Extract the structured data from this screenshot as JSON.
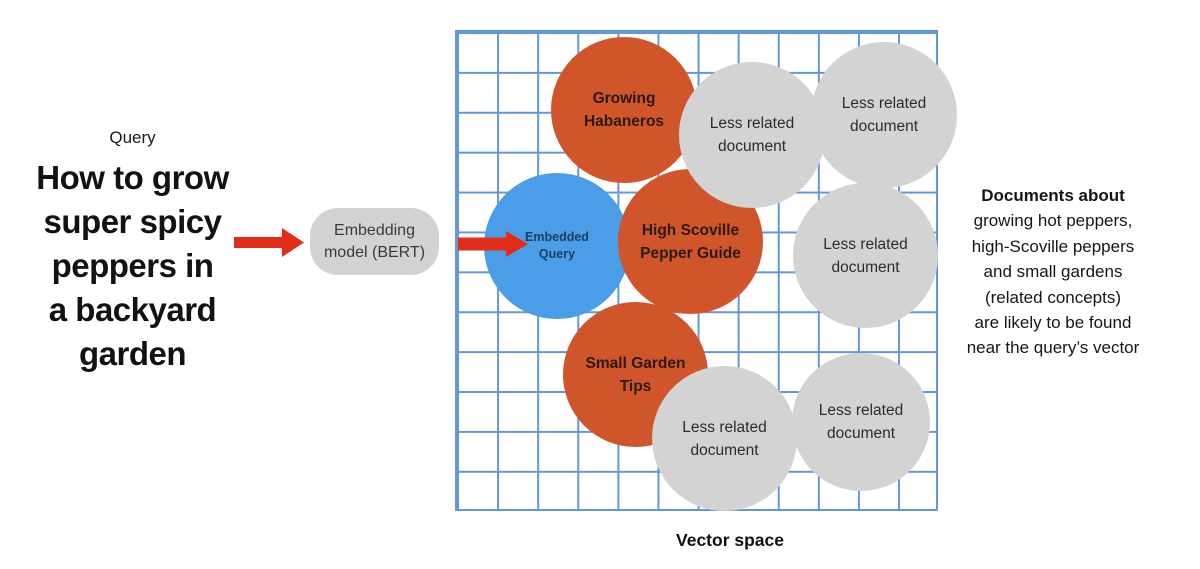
{
  "colors": {
    "related_document_orange": "#D1552B",
    "query_vector_blue": "#4A9EE8",
    "less_related_gray": "#D3D3D3",
    "grid_line_blue": "#6397DA",
    "arrow_red": "#E22D18",
    "text_dark": "#121212"
  },
  "query": {
    "label": "Query",
    "text_lines": [
      "How to grow",
      "super spicy",
      "peppers in",
      "a backyard",
      "garden"
    ]
  },
  "embedding_model": {
    "label": "Embedding model (BERT)"
  },
  "vector_space": {
    "caption": "Vector space",
    "circles": [
      {
        "id": "growing-habaneros",
        "label": "Growing Habaneros",
        "type": "related-document"
      },
      {
        "id": "less-related-top-middle",
        "label": "Less related document",
        "type": "less-related-document"
      },
      {
        "id": "less-related-top-right",
        "label": "Less related document",
        "type": "less-related-document"
      },
      {
        "id": "embedded-query",
        "label": "Embedded Query",
        "type": "query-vector"
      },
      {
        "id": "high-scoville-pepper-guide",
        "label": "High Scoville Pepper Guide",
        "type": "related-document"
      },
      {
        "id": "less-related-middle-right",
        "label": "Less related document",
        "type": "less-related-document"
      },
      {
        "id": "small-garden-tips",
        "label": "Small Garden Tips",
        "type": "related-document"
      },
      {
        "id": "less-related-bottom-middle",
        "label": "Less related document",
        "type": "less-related-document"
      },
      {
        "id": "less-related-bottom-right",
        "label": "Less related document",
        "type": "less-related-document"
      }
    ]
  },
  "annotation": {
    "lines": [
      "Documents about",
      "growing hot peppers,",
      "high-Scoville peppers",
      "and small gardens",
      "(related concepts)",
      "are likely to be found",
      "near the query’s vector"
    ]
  },
  "icons": {
    "query_to_model_arrow": "arrow-right-icon",
    "model_to_vector_arrow": "arrow-right-icon"
  }
}
